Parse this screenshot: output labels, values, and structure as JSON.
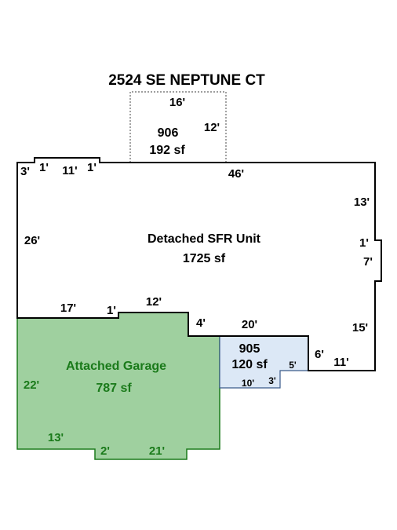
{
  "title": "2524 SE NEPTUNE CT",
  "colors": {
    "outline": "#000000",
    "garage_fill": "#9fd09f",
    "garage_stroke": "#1a7a1a",
    "garage_text": "#1a7a1a",
    "porch_fill": "#dce8f6",
    "porch_stroke": "#3b5b8a",
    "deck_stroke": "#666666"
  },
  "areas": {
    "house": {
      "name": "Detached SFR Unit",
      "size": "1725 sf"
    },
    "garage": {
      "name": "Attached Garage",
      "size": "787 sf"
    },
    "deck": {
      "code": "906",
      "size": "192 sf"
    },
    "porch": {
      "code": "905",
      "size": "120 sf"
    }
  },
  "dimensions": {
    "deck_top": "16'",
    "deck_right": "12'",
    "house_top": "46'",
    "house_left_upper": "3'",
    "house_left_small": "1'",
    "house_top_left": "11'",
    "house_top_left_small": "1'",
    "house_right_upper": "13'",
    "house_right_bump_short": "1'",
    "house_right_bump": "7'",
    "house_left": "26'",
    "house_bottom_left": "17'",
    "house_bottom_step": "1'",
    "house_bottom_mid": "12'",
    "house_bottom_step2": "4'",
    "house_bottom_right": "20'",
    "house_right_lower": "15'",
    "house_notch": "6'",
    "house_bottom_far": "11'",
    "porch_right": "5'",
    "porch_bottom": "10'",
    "porch_step": "3'",
    "garage_left": "22'",
    "garage_bottom_left": "13'",
    "garage_step": "2'",
    "garage_bottom": "21'"
  }
}
